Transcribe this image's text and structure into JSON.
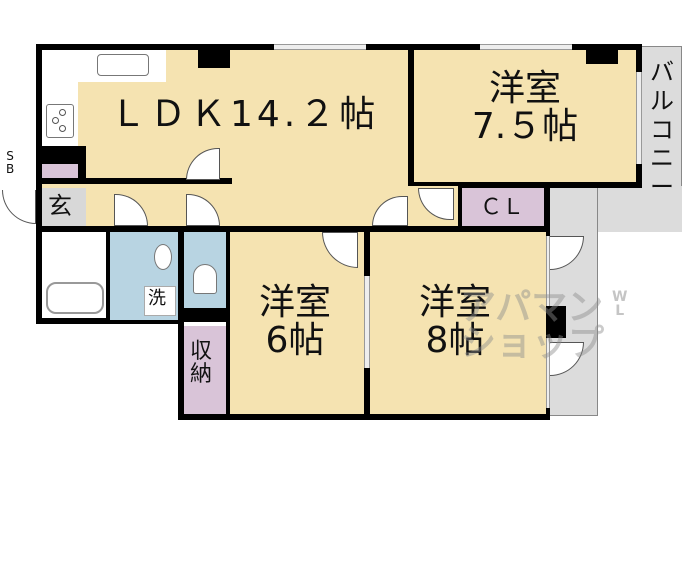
{
  "floorplan": {
    "rooms": {
      "ldk": {
        "label": "ＬＤＫ14.２帖",
        "type": "LDK",
        "size_jo": "14.2"
      },
      "western_1": {
        "label": "洋室\n7.５帖",
        "type": "洋室",
        "size_jo": "7.5"
      },
      "western_2": {
        "label": "洋室\n6帖",
        "type": "洋室",
        "size_jo": "6"
      },
      "western_3": {
        "label": "洋室\n8帖",
        "type": "洋室",
        "size_jo": "8"
      },
      "closet": {
        "label": "ＣＬ"
      },
      "storage": {
        "label": "収\n納"
      },
      "entrance": {
        "label": "玄"
      },
      "washroom": {
        "label": "洗"
      },
      "shoe_box": {
        "label": "S\nB"
      },
      "balcony": {
        "label": "バ\nル\nコ\nニ\nー"
      }
    },
    "colors": {
      "floor": "#f5e3b1",
      "wet_area": "#b8d4e2",
      "storage": "#d9c4d8",
      "balcony": "#dcdcdc",
      "wall": "#000000"
    }
  },
  "watermark": {
    "text_line1": "アパマン",
    "text_line2": "ショップ",
    "side": "W\nL"
  }
}
